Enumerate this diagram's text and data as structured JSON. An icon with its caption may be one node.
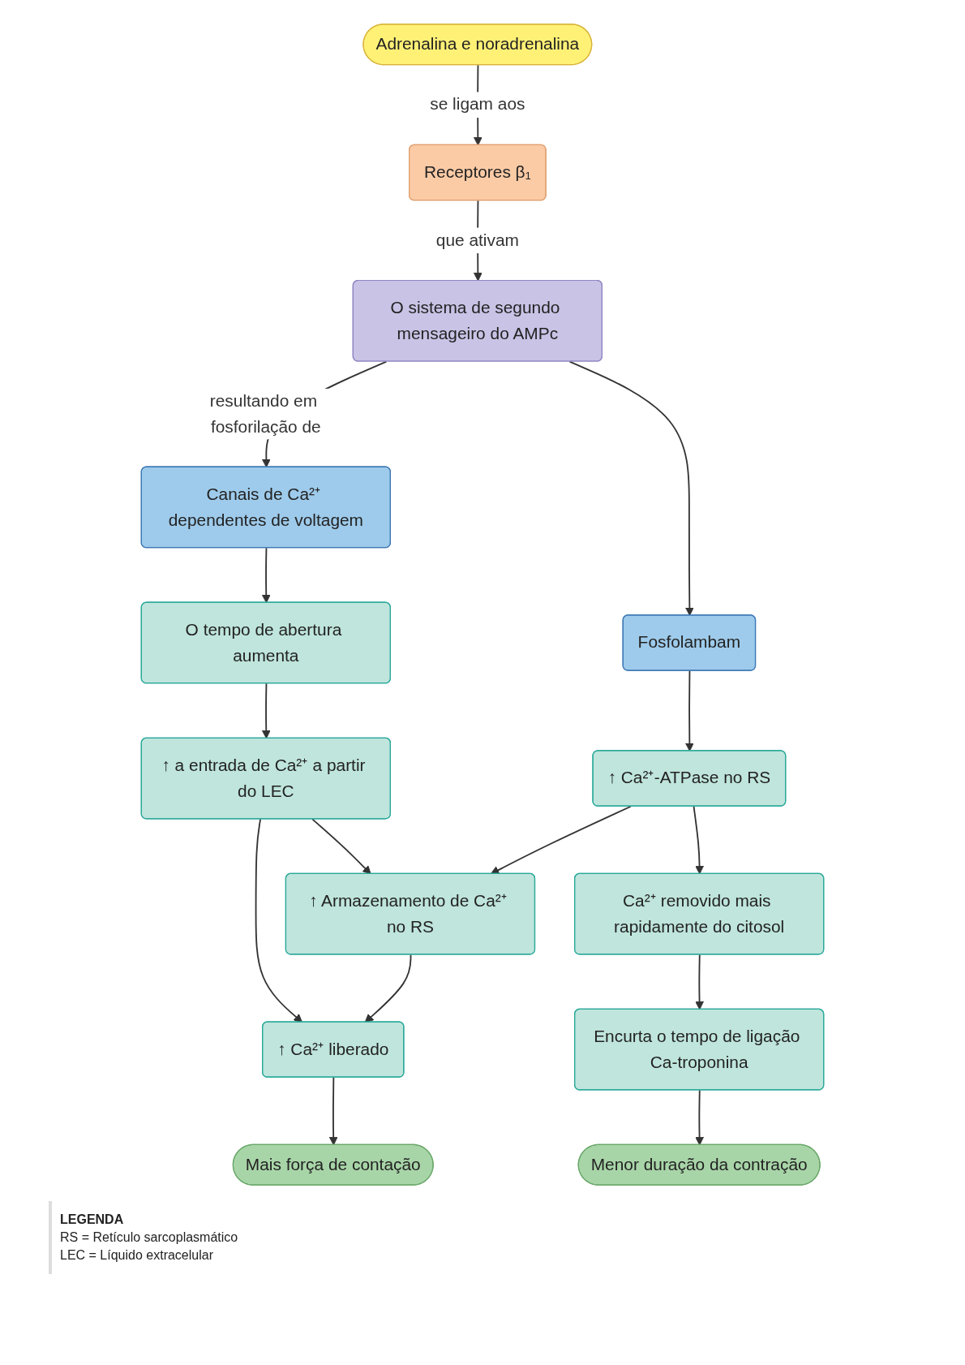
{
  "diagram": {
    "nodes": [
      {
        "text": [
          "Adrenalina e noradrenalina"
        ]
      },
      {
        "text": [
          "Receptores β₁"
        ]
      },
      {
        "text": [
          "O sistema de segundo mensageiro do AMPc"
        ]
      },
      {
        "text": [
          "Canais de Ca²⁺ dependentes de voltagem"
        ]
      },
      {
        "text": [
          "Fosfolambam"
        ]
      },
      {
        "text": [
          "O tempo de abertura aumenta"
        ]
      },
      {
        "text": [
          "↑ Ca²⁺-ATPase no RS"
        ]
      },
      {
        "text": [
          "↑ a entrada de Ca²⁺ a partir do LEC"
        ]
      },
      {
        "text": [
          "↑ Armazenamento de Ca²⁺ no RS"
        ]
      },
      {
        "text": [
          "↑ Ca²⁺ liberado"
        ]
      },
      {
        "text": [
          "Ca²⁺ removido mais rapidamente do citosol"
        ]
      },
      {
        "text": [
          "Encurta o tempo de ligação Ca-troponina"
        ]
      },
      {
        "text": [
          "Mais força de contação"
        ]
      },
      {
        "text": [
          "Menor duração da contração"
        ]
      }
    ],
    "edges": [
      {
        "from": 0,
        "to": 1,
        "arrow": "to",
        "label": "se ligam aos"
      },
      {
        "from": 1,
        "to": 2,
        "arrow": "to",
        "label": "que ativam"
      },
      {
        "from": 2,
        "to": 3,
        "arrow": "to",
        "label": "resultando em fosforilação de"
      },
      {
        "from": 2,
        "to": 4,
        "arrow": "to"
      },
      {
        "from": 3,
        "to": 5,
        "arrow": "to"
      },
      {
        "from": 5,
        "to": 7,
        "arrow": "to"
      },
      {
        "from": 4,
        "to": 6,
        "arrow": "to"
      },
      {
        "from": 7,
        "to": 8,
        "arrow": "to"
      },
      {
        "from": 7,
        "to": 9,
        "arrow": "to"
      },
      {
        "from": 6,
        "to": 8,
        "arrow": "to"
      },
      {
        "from": 6,
        "to": 10,
        "arrow": "to"
      },
      {
        "from": 8,
        "to": 9,
        "arrow": "to"
      },
      {
        "from": 9,
        "to": 12,
        "arrow": "to"
      },
      {
        "from": 10,
        "to": 11,
        "arrow": "to"
      },
      {
        "from": 11,
        "to": 13,
        "arrow": "to"
      }
    ],
    "labels": [
      "LEGENDA",
      "RS = Retículo sarcoplasmático",
      "LEC = Líquido extracelular"
    ]
  }
}
